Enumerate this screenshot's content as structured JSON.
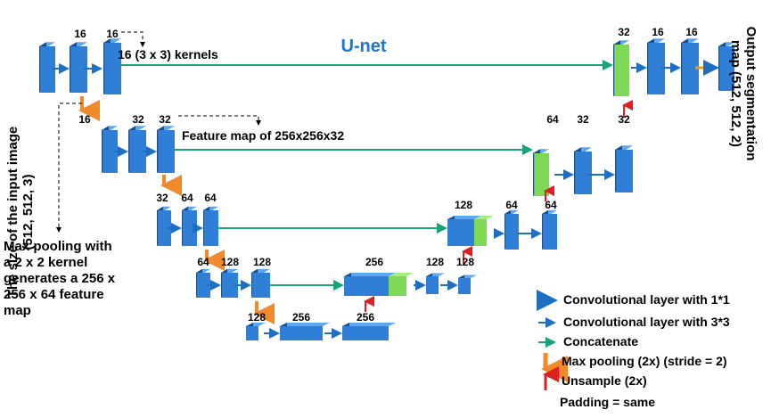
{
  "title": "U-net",
  "input_label": [
    "The size of the input image",
    "(512, 512, 3)"
  ],
  "output_label": [
    "Output segmentation",
    "map (512, 512, 2)"
  ],
  "annotations": {
    "kernels": "16 (3 x 3) kernels",
    "feature_map": "Feature map of 256x256x32",
    "max_pooling_note": [
      "Max pooling with",
      "a 2 x 2 kernel",
      "generates a 256 x",
      "256 x 64 feature",
      "map"
    ]
  },
  "filter_labels": {
    "level1": [
      "16",
      "16"
    ],
    "level2": [
      "16",
      "32",
      "32"
    ],
    "level3": [
      "32",
      "64",
      "64"
    ],
    "level4": [
      "64",
      "128",
      "128"
    ],
    "bottleneck": [
      "128",
      "256",
      "256"
    ],
    "dec4": [
      "256",
      "128",
      "128"
    ],
    "dec3": [
      "128",
      "64",
      "64"
    ],
    "dec2": [
      "64",
      "32",
      "32"
    ],
    "dec1": [
      "32",
      "16",
      "16"
    ]
  },
  "legend": [
    {
      "icon": "conv1x1-arrow-icon",
      "label": "Convolutional layer with 1*1"
    },
    {
      "icon": "conv3x3-arrow-icon",
      "label": "Convolutional layer with 3*3"
    },
    {
      "icon": "concatenate-arrow-icon",
      "label": "Concatenate"
    },
    {
      "icon": "max-pooling-arrow-icon",
      "label": "Max pooling (2x) (stride = 2)"
    },
    {
      "icon": "upsample-arrow-icon",
      "label": "Unsample (2x)"
    },
    {
      "icon": "",
      "label": "Padding = same"
    }
  ],
  "colors": {
    "layer_front": "#2f7fd6",
    "layer_top": "#5ea6ee",
    "layer_side": "#1a4f8c",
    "concat_block": "#7ed957",
    "concat_line": "#1aa37a",
    "conv_arrow": "#1f6fc0",
    "pool_arrow": "#f08a2a",
    "up_arrow": "#e02020",
    "conv1x1_arrow": "#e8a020",
    "title": "#1f77c4"
  }
}
